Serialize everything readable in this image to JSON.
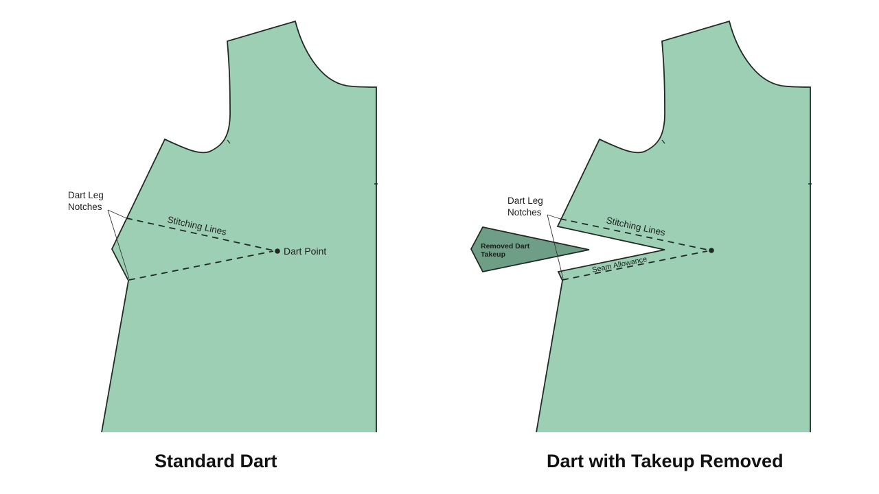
{
  "colors": {
    "fabric": "#9ccfb4",
    "removed_piece": "#6f9e86",
    "outline": "#1f2a24",
    "background": "#ffffff"
  },
  "left_diagram": {
    "caption": "Standard Dart",
    "notch_label_line1": "Dart Leg",
    "notch_label_line2": "Notches",
    "stitching_label": "Stitching Lines",
    "dart_point_label": "Dart Point"
  },
  "right_diagram": {
    "caption": "Dart with Takeup Removed",
    "notch_label_line1": "Dart Leg",
    "notch_label_line2": "Notches",
    "stitching_label": "Stitching Lines",
    "seam_allowance_label": "Seam Allowance",
    "removed_label_line1": "Removed Dart",
    "removed_label_line2": "Takeup"
  }
}
